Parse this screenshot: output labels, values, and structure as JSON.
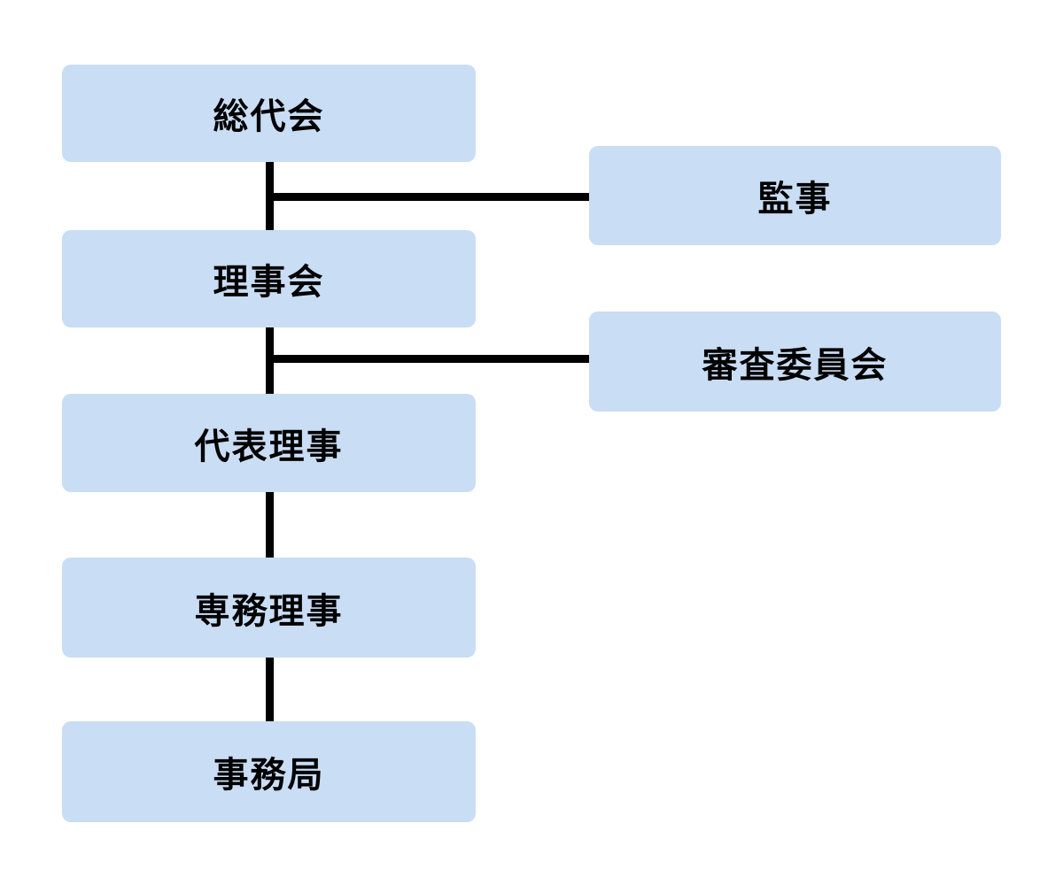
{
  "diagram": {
    "type": "org-chart",
    "colors": {
      "background": "#ffffff",
      "node_fill": "#c9ddf4",
      "node_text": "#000000",
      "connector": "#000000"
    },
    "nodes": [
      {
        "label": "総代会"
      },
      {
        "label": "監事"
      },
      {
        "label": "理事会"
      },
      {
        "label": "審査委員会"
      },
      {
        "label": "代表理事"
      },
      {
        "label": "専務理事"
      },
      {
        "label": "事務局"
      }
    ],
    "edges": [
      {
        "from": "総代会",
        "to": "理事会",
        "style": "vertical"
      },
      {
        "from": "総代会-理事会 line",
        "to": "監事",
        "style": "horizontal-branch"
      },
      {
        "from": "理事会",
        "to": "代表理事",
        "style": "vertical"
      },
      {
        "from": "理事会-代表理事 line",
        "to": "審査委員会",
        "style": "horizontal-branch"
      },
      {
        "from": "代表理事",
        "to": "専務理事",
        "style": "vertical"
      },
      {
        "from": "専務理事",
        "to": "事務局",
        "style": "vertical"
      }
    ]
  }
}
